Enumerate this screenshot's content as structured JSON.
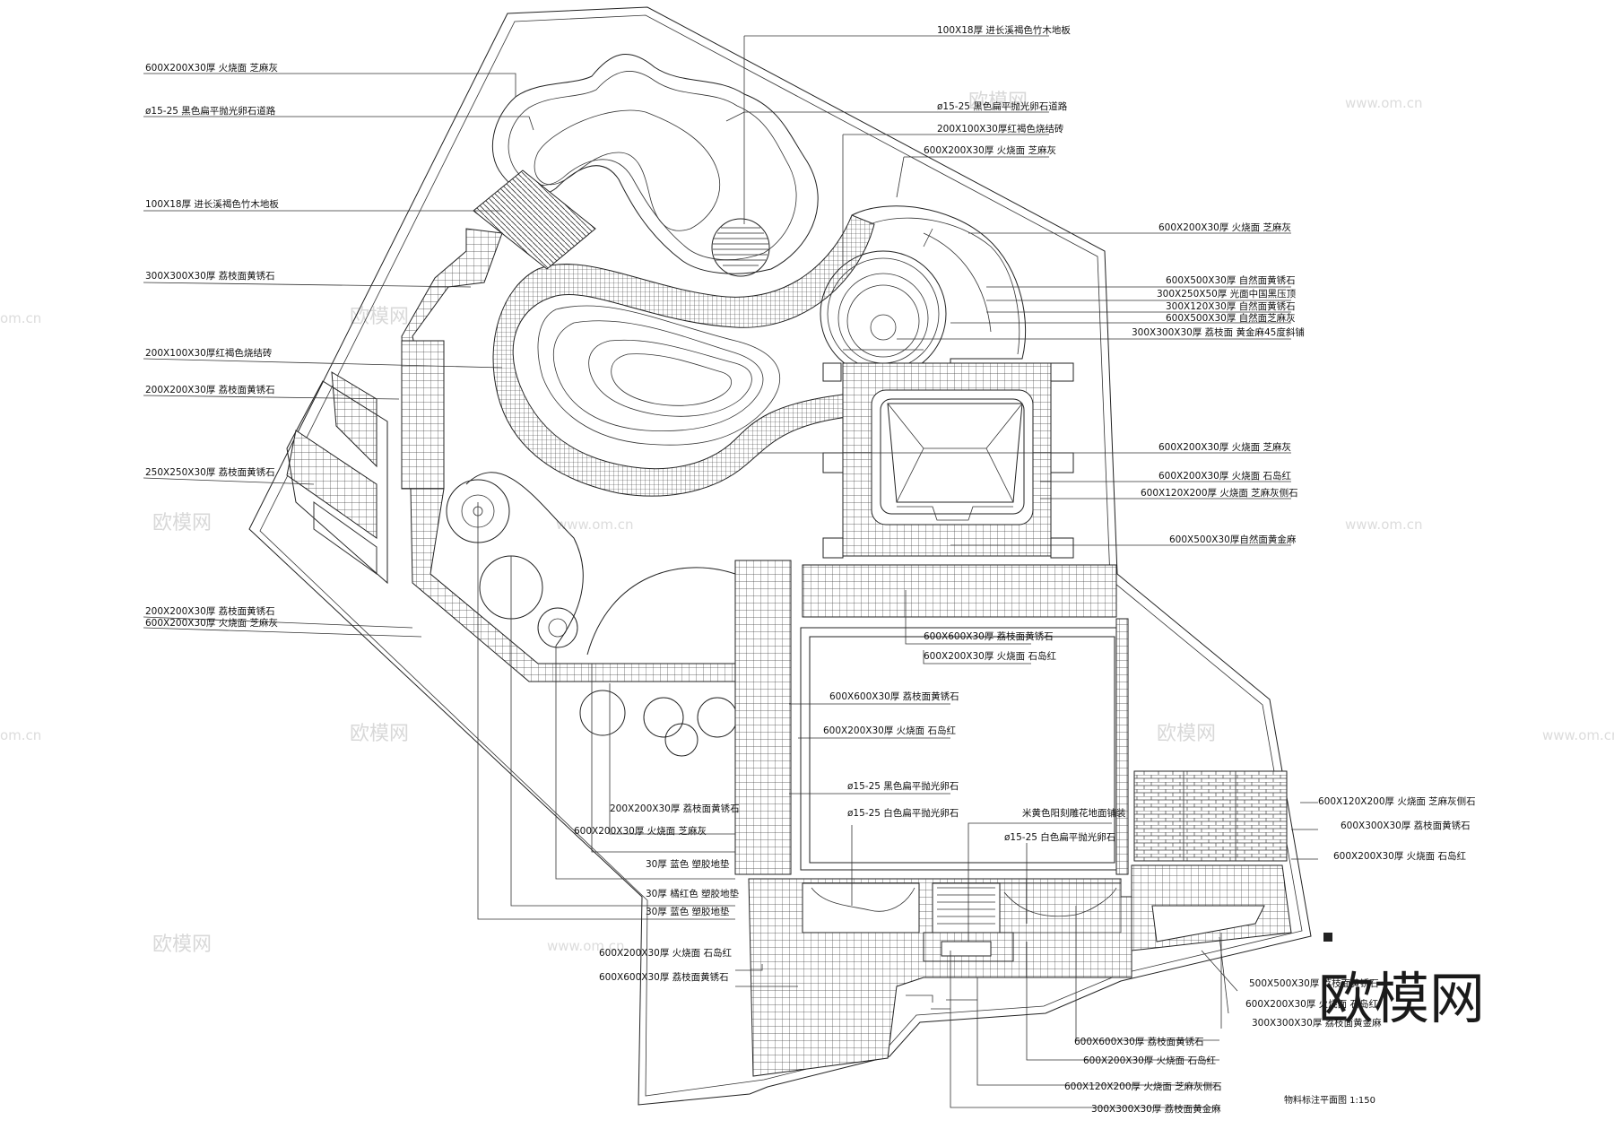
{
  "labels_left": [
    "600X200X30厚 火烧面 芝麻灰",
    "ø15-25 黑色扁平抛光卵石道路",
    "100X18厚 进长溪褐色竹木地板",
    "300X300X30厚 荔枝面黄锈石",
    "200X100X30厚红褐色烧结砖",
    "200X200X30厚 荔枝面黄锈石",
    "250X250X30厚 荔枝面黄锈石",
    "200X200X30厚 荔枝面黄锈石",
    "600X200X30厚 火烧面 芝麻灰"
  ],
  "labels_right_top": [
    "100X18厚 进长溪褐色竹木地板",
    "ø15-25 黑色扁平抛光卵石道路",
    "200X100X30厚红褐色烧结砖",
    "600X200X30厚 火烧面 芝麻灰"
  ],
  "labels_right": [
    "600X200X30厚 火烧面 芝麻灰",
    "600X500X30厚 自然面黄锈石",
    "300X250X50厚 光面中国黑压顶",
    "300X120X30厚 自然面黄锈石",
    "600X500X30厚 自然面芝麻灰",
    "300X300X30厚 荔枝面 黄金麻45度斜铺",
    "600X200X30厚 火烧面 芝麻灰",
    "600X200X30厚 火烧面 石岛红",
    "600X120X200厚 火烧面 芝麻灰侧石",
    "600X500X30厚自然面黄金麻"
  ],
  "labels_center": [
    "600X600X30厚 荔枝面黄锈石",
    "600X200X30厚 火烧面 石岛红",
    "600X600X30厚 荔枝面黄锈石",
    "600X200X30厚 火烧面 石岛红",
    "ø15-25 黑色扁平抛光卵石",
    "ø15-25 白色扁平抛光卵石",
    "米黄色阳刻雕花地面铺装",
    "ø15-25 白色扁平抛光卵石"
  ],
  "labels_lower_left": [
    "200X200X30厚 荔枝面黄锈石",
    "600X200X30厚 火烧面 芝麻灰",
    "30厚 蓝色 塑胶地垫",
    "30厚 橘红色 塑胶地垫",
    "30厚 蓝色 塑胶地垫",
    "600X200X30厚 火烧面 石岛红",
    "600X600X30厚 荔枝面黄锈石"
  ],
  "labels_right_bottom": [
    "600X120X200厚 火烧面 芝麻灰侧石",
    "600X300X30厚 荔枝面黄锈石",
    "600X200X30厚 火烧面 石岛红",
    "500X500X30厚 荔枝面黄锈石",
    "600X200X30厚 火烧面 石岛红",
    "300X300X30厚 荔枝面黄金麻"
  ],
  "labels_bottom": [
    "600X600X30厚 荔枝面黄锈石",
    "600X200X30厚 火烧面 石岛红",
    "600X120X200厚 火烧面 芝麻灰侧石",
    "300X300X30厚 荔枝面黄金麻"
  ],
  "drawing_title": "物料标注平面图 1:150",
  "watermark_brand": "欧模网",
  "watermark_url": "www.om.cn",
  "watermark_url_short": "om.cn"
}
